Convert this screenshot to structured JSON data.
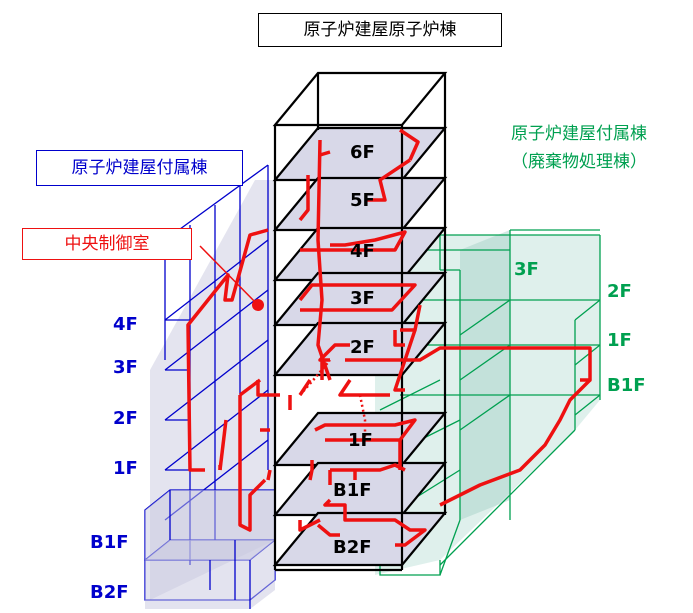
{
  "titles": {
    "main": "原子炉建屋原子炉棟",
    "annex_left": "原子炉建屋付属棟",
    "annex_right_line1": "原子炉建屋付属棟",
    "annex_right_line2": "（廃棄物処理棟）",
    "control_room": "中央制御室"
  },
  "main_floors": [
    "6F",
    "5F",
    "4F",
    "3F",
    "2F",
    "1F",
    "B1F",
    "B2F"
  ],
  "left_floors": [
    "4F",
    "3F",
    "2F",
    "1F",
    "B1F",
    "B2F"
  ],
  "right_floors": [
    "3F",
    "2F",
    "1F",
    "B1F"
  ],
  "colors": {
    "main": "#000000",
    "left": "#0000cc",
    "right": "#00a050",
    "route": "#ff0000",
    "control_room_label": "#ff0000"
  }
}
